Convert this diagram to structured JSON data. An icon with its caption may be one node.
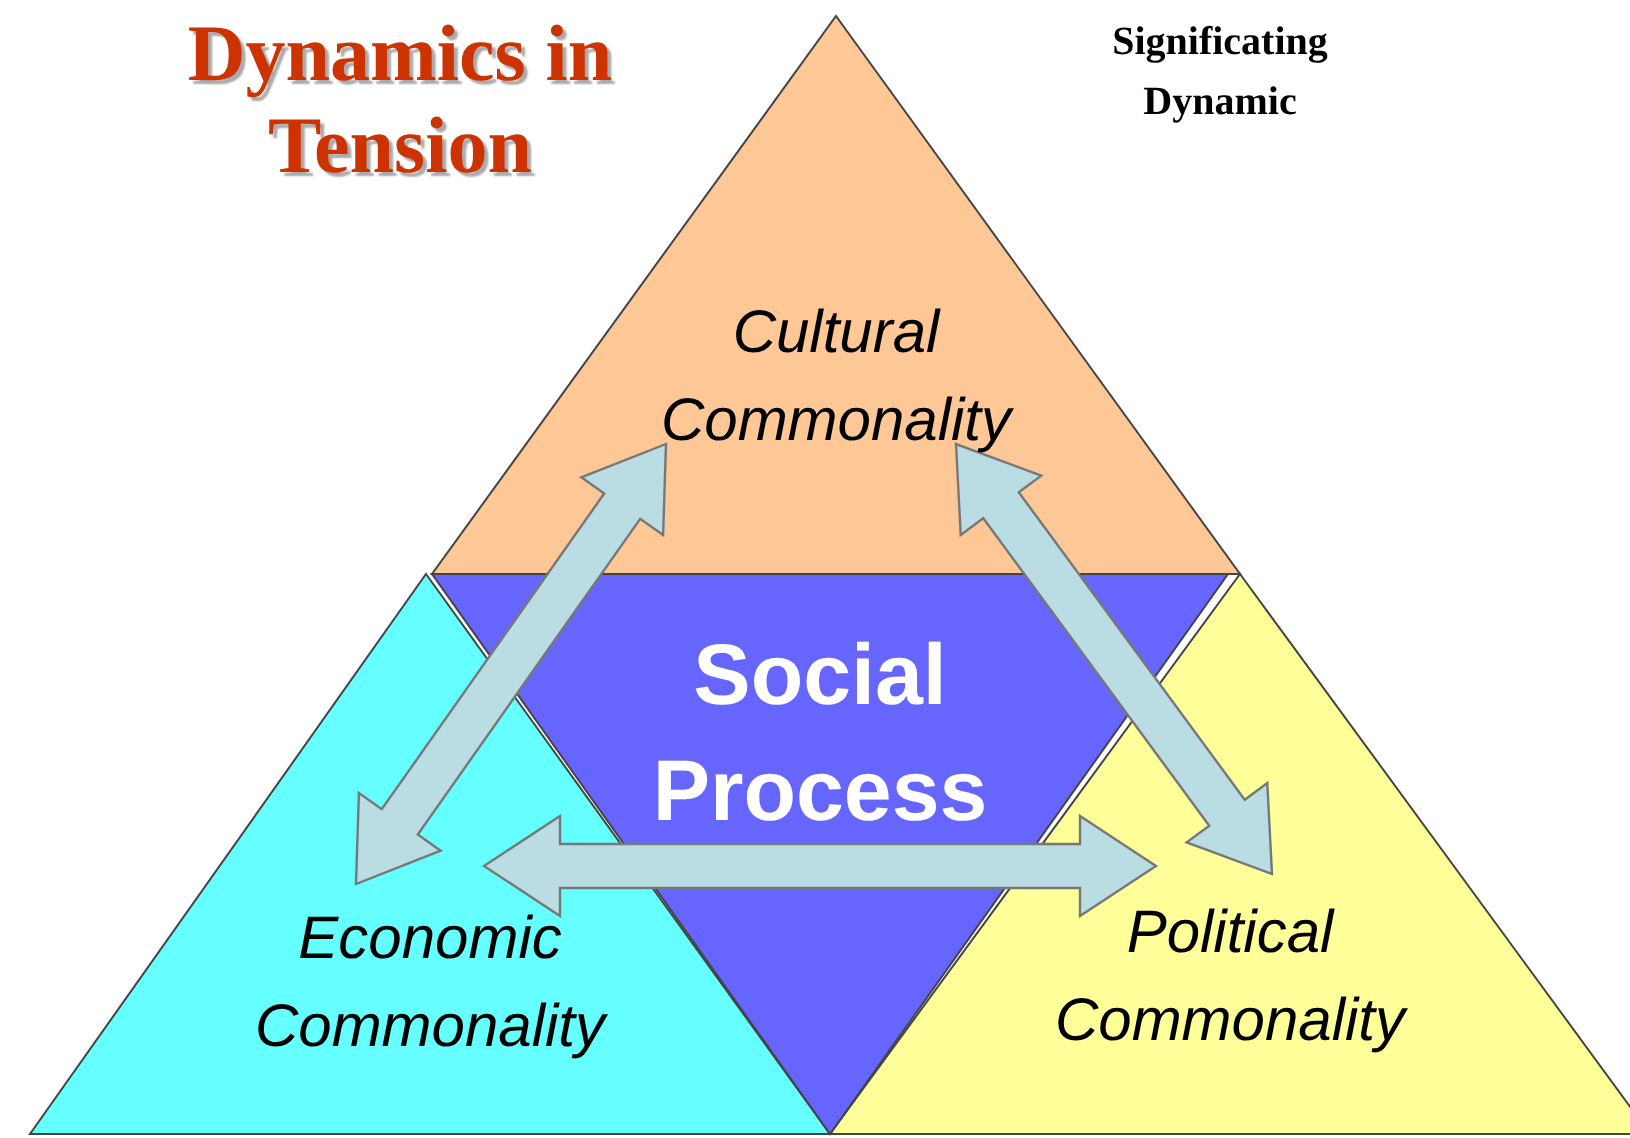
{
  "diagram": {
    "title": "Dynamics in Tension",
    "nodes": [
      {
        "text": [
          "Cultural Commonality"
        ]
      },
      {
        "text": [
          "Economic Commonality"
        ]
      },
      {
        "text": [
          "Political Commonality"
        ]
      },
      {
        "text": [
          "Social Process"
        ]
      }
    ],
    "edges": [
      {
        "from": 0,
        "to": 1,
        "arrow": "both"
      },
      {
        "from": 0,
        "to": 2,
        "arrow": "both"
      },
      {
        "from": 1,
        "to": 2,
        "arrow": "both"
      }
    ],
    "labels": [
      "Significating Dynamic"
    ]
  }
}
